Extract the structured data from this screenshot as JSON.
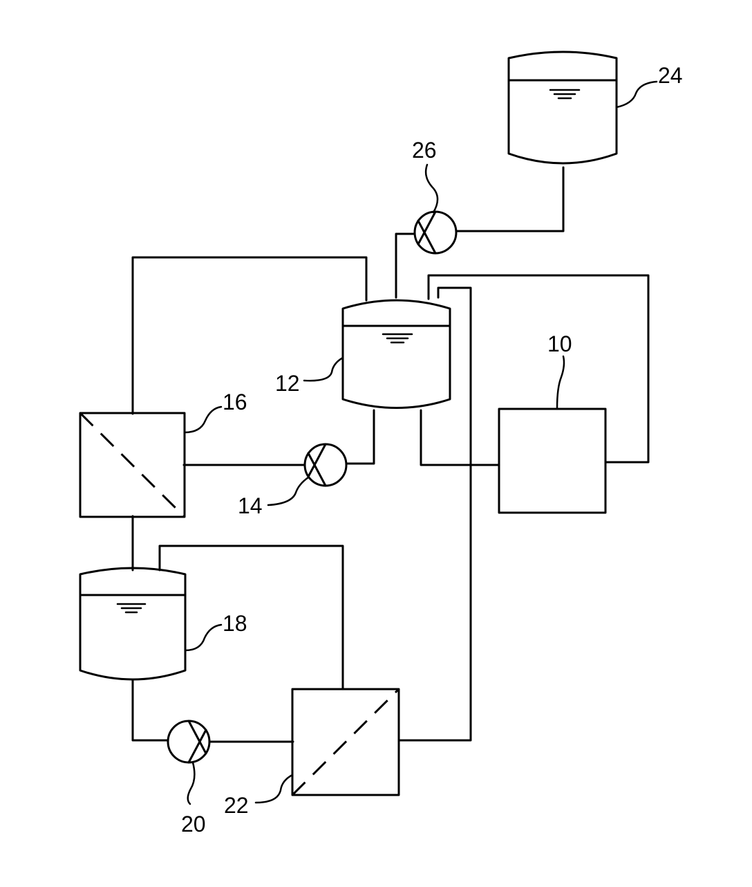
{
  "labels": {
    "l10": "10",
    "l12": "12",
    "l14": "14",
    "l16": "16",
    "l18": "18",
    "l20": "20",
    "l22": "22",
    "l24": "24",
    "l26": "26"
  },
  "colors": {
    "line": "#000000",
    "background": "#ffffff"
  }
}
